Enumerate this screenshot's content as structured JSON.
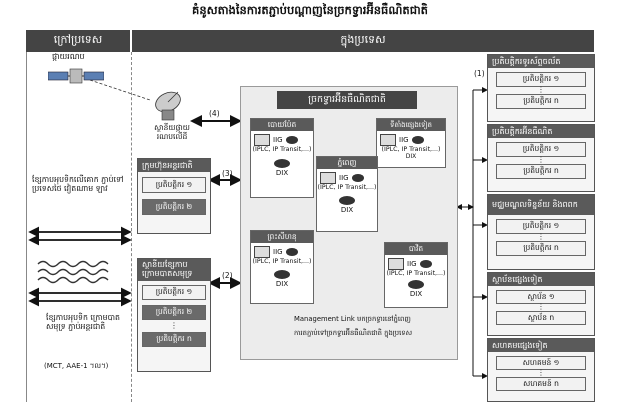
{
  "title": "គំនូសតាងនៃការតភ្ជាប់បណ្ដាញនៃច្រកទ្វារអ៊ីនធឺណិតជាតិ",
  "regions": {
    "abroad": "ក្រៅប្រទេស",
    "domestic": "ក្នុងប្រទេស"
  },
  "satellite_label": "ផ្កាយរណប",
  "ground_station_label": "ស្ថានីយផ្កាយ រណបលើដី",
  "markers": {
    "m1": "(1)",
    "m2": "(2)",
    "m3": "(3)",
    "m4": "(4)"
  },
  "intl_operators": {
    "header": "ក្រុមហ៊ុនអន្តរជាតិ",
    "items": [
      "ប្រតិបត្តិករ ១",
      "ប្រតិបត្តិករ ២"
    ]
  },
  "land_cable_label": "ខ្សែកាបអុបទិកលើគោក ភ្ជាប់ទៅប្រទេសថៃ វៀតណាម ឡាវ",
  "submarine_station": {
    "header": "ស្ថានីយខ្សែកាបក្រោមបាតសមុទ្រ",
    "items": [
      "ប្រតិបត្តិករ ១",
      "ប្រតិបត្តិករ ២",
      "ប្រតិបត្តិករ n"
    ]
  },
  "submarine_label": "ខ្សែកាបអុបទិក ក្រោមបាតសមុទ្រ ភ្ជាប់អន្តរជាតិ",
  "submarine_sub": "(MCT, AAE-1 ។ល។)",
  "gateway": {
    "title": "ច្រកទ្វារអ៊ីនធឺណិតជាតិ",
    "sites": [
      {
        "name": "បោយប៉ែត",
        "iig": "IIG",
        "services": "(IPLC, IP Transit,...)",
        "dix": "DIX"
      },
      {
        "name": "ទីតាំងផ្សេងទៀត",
        "iig": "IIG",
        "services": "(IPLC, IP Transit,...)",
        "dix": "DIX"
      },
      {
        "name": "ភ្នំពេញ",
        "iig": "IIG",
        "services": "(IPLC, IP Transit,...)",
        "dix": "DIX"
      },
      {
        "name": "ព្រះសីហនុ",
        "iig": "IIG",
        "services": "(IPLC, IP Transit,...)",
        "dix": "DIX"
      },
      {
        "name": "បាវិត",
        "iig": "IIG",
        "services": "(IPLC, IP Transit,...)",
        "dix": "DIX"
      }
    ],
    "legend_management": "Management Link មកច្រកទ្វារនៅភ្នំពេញ",
    "legend_connection": "ការតភ្ជាប់ទៅច្រកទ្វារអ៊ីនធឺណិតជាតិ ក្នុងប្រទេស"
  },
  "right_groups": [
    {
      "header": "ប្រតិបត្តិករទូរស័ព្ទចល័ត",
      "items": [
        "ប្រតិបត្តិករ ១",
        "ប្រតិបត្តិករ n"
      ]
    },
    {
      "header": "ប្រតិបត្តិករអ៊ីនធឺណិត",
      "items": [
        "ប្រតិបត្តិករ ១",
        "ប្រតិបត្តិករ n"
      ]
    },
    {
      "header": "មជ្ឈមណ្ឌលទិន្នន័យ និងពពក",
      "items": [
        "ប្រតិបត្តិករ ១",
        "ប្រតិបត្តិករ n"
      ]
    },
    {
      "header": "ស្ថាប័នផ្សេងទៀត",
      "items": [
        "ស្ថាប័ន ១",
        "ស្ថាប័ន n"
      ]
    },
    {
      "header": "សហគមផ្សេងទៀត",
      "items": [
        "សហគមន៍ ១",
        "សហគមន៍ n"
      ]
    }
  ]
}
